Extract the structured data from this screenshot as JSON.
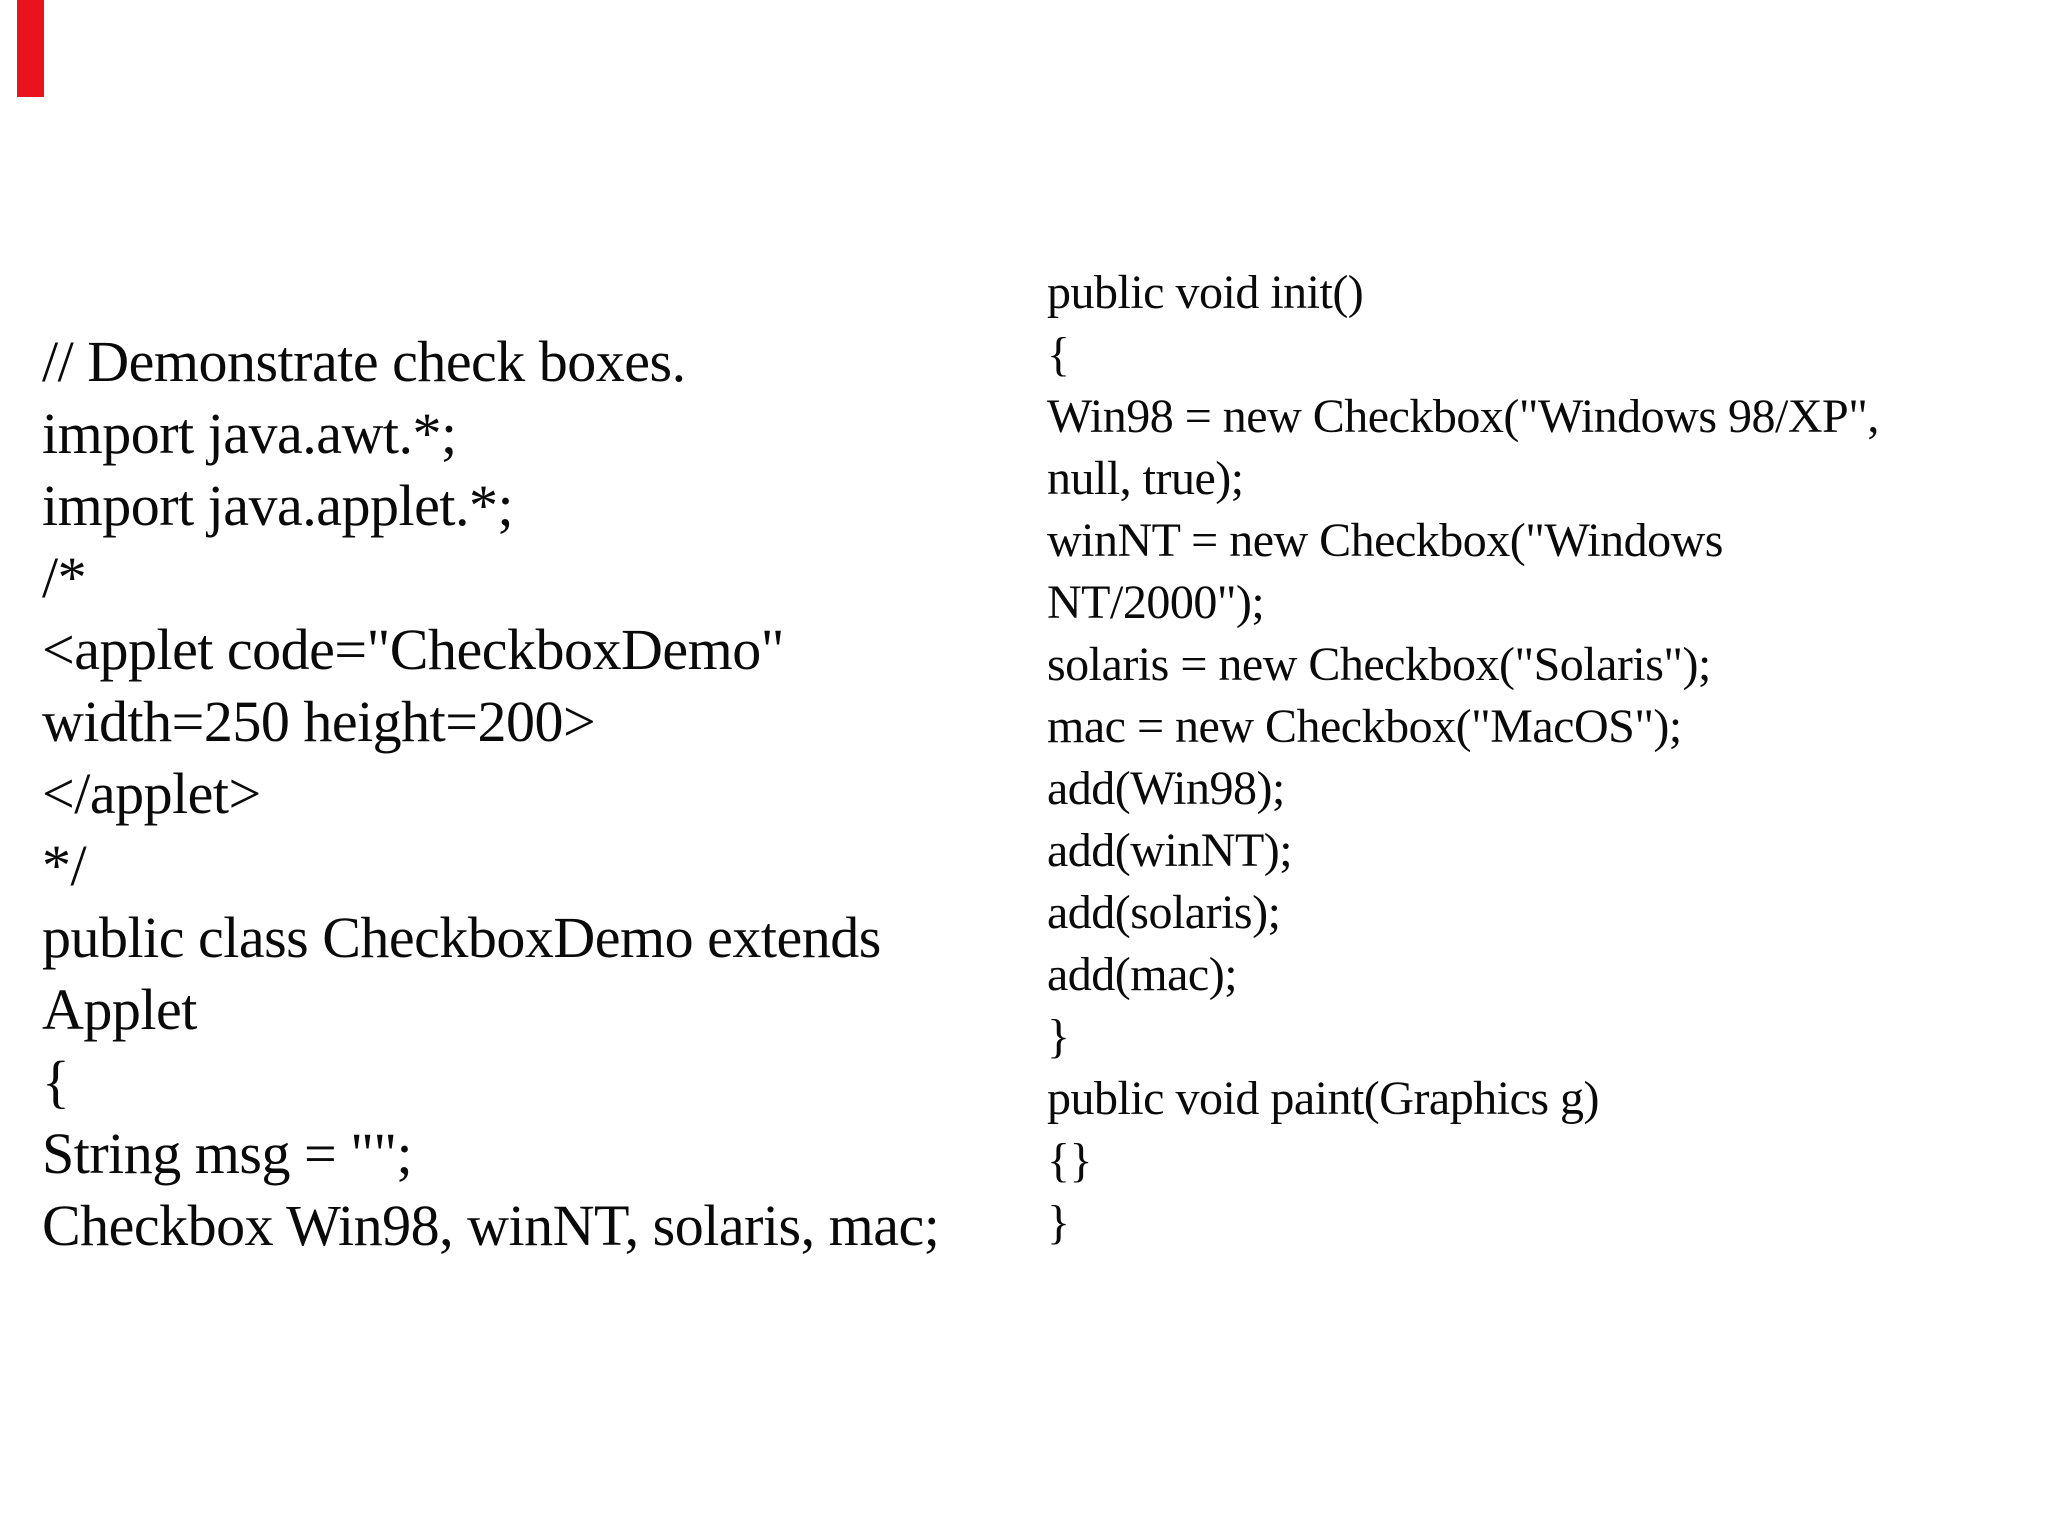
{
  "page": {
    "type": "slide-code-listing",
    "background_color": "#ffffff",
    "text_color": "#0a0a0a",
    "accent_bar": {
      "color": "#e8131d",
      "position": "top-left"
    }
  },
  "code": {
    "language": "java",
    "left_column_lines": [
      "// Demonstrate check boxes.",
      "import java.awt.*;",
      "import java.applet.*;",
      "/*",
      "<applet code=\"CheckboxDemo\"",
      "width=250 height=200>",
      "</applet>",
      "*/",
      "public class CheckboxDemo extends",
      "Applet",
      "{",
      "String msg = \"\";",
      "Checkbox Win98, winNT, solaris, mac;"
    ],
    "right_column_lines": [
      "public void init()",
      "{",
      "Win98 = new Checkbox(\"Windows 98/XP\",",
      "null, true);",
      "winNT = new Checkbox(\"Windows",
      "NT/2000\");",
      "solaris = new Checkbox(\"Solaris\");",
      "mac = new Checkbox(\"MacOS\");",
      "add(Win98);",
      "add(winNT);",
      "add(solaris);",
      "add(mac);",
      "}",
      "public void paint(Graphics g)",
      "{}",
      "}"
    ]
  }
}
